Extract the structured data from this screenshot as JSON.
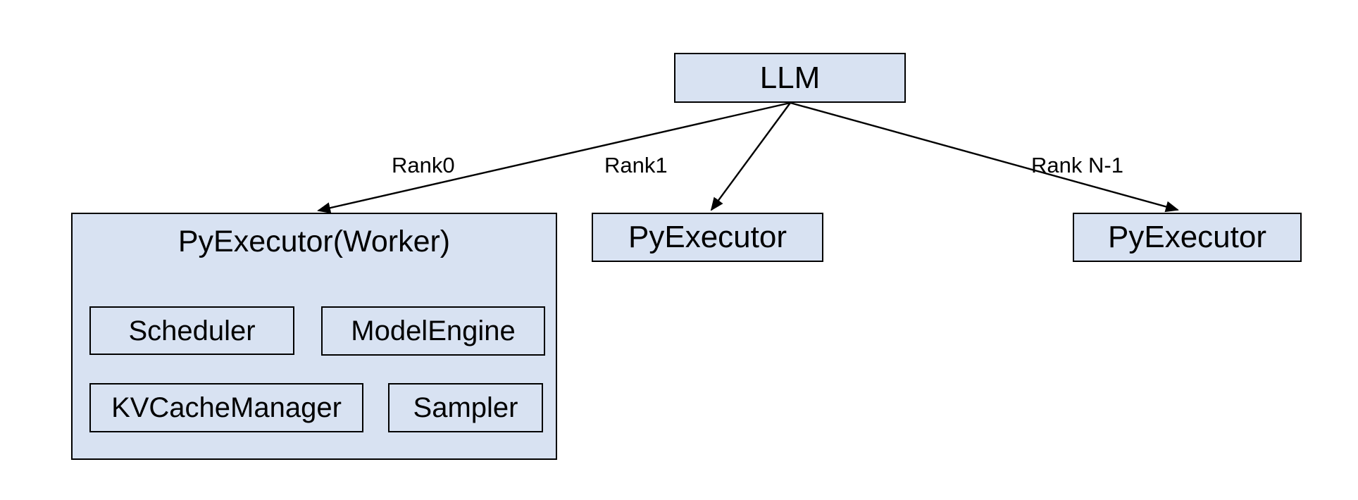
{
  "diagram": {
    "root_node": {
      "label": "LLM"
    },
    "edges": [
      {
        "label": "Rank0"
      },
      {
        "label": "Rank1"
      },
      {
        "label": "Rank N-1"
      }
    ],
    "workers": {
      "rank0": {
        "label": "PyExecutor(Worker)",
        "components": [
          {
            "label": "Scheduler"
          },
          {
            "label": "ModelEngine"
          },
          {
            "label": "KVCacheManager"
          },
          {
            "label": "Sampler"
          }
        ]
      },
      "rank1": {
        "label": "PyExecutor"
      },
      "rankN": {
        "label": "PyExecutor"
      }
    },
    "colors": {
      "node_fill": "#d8e2f2",
      "node_border": "#000000",
      "arrow": "#000000",
      "background": "#ffffff"
    }
  }
}
